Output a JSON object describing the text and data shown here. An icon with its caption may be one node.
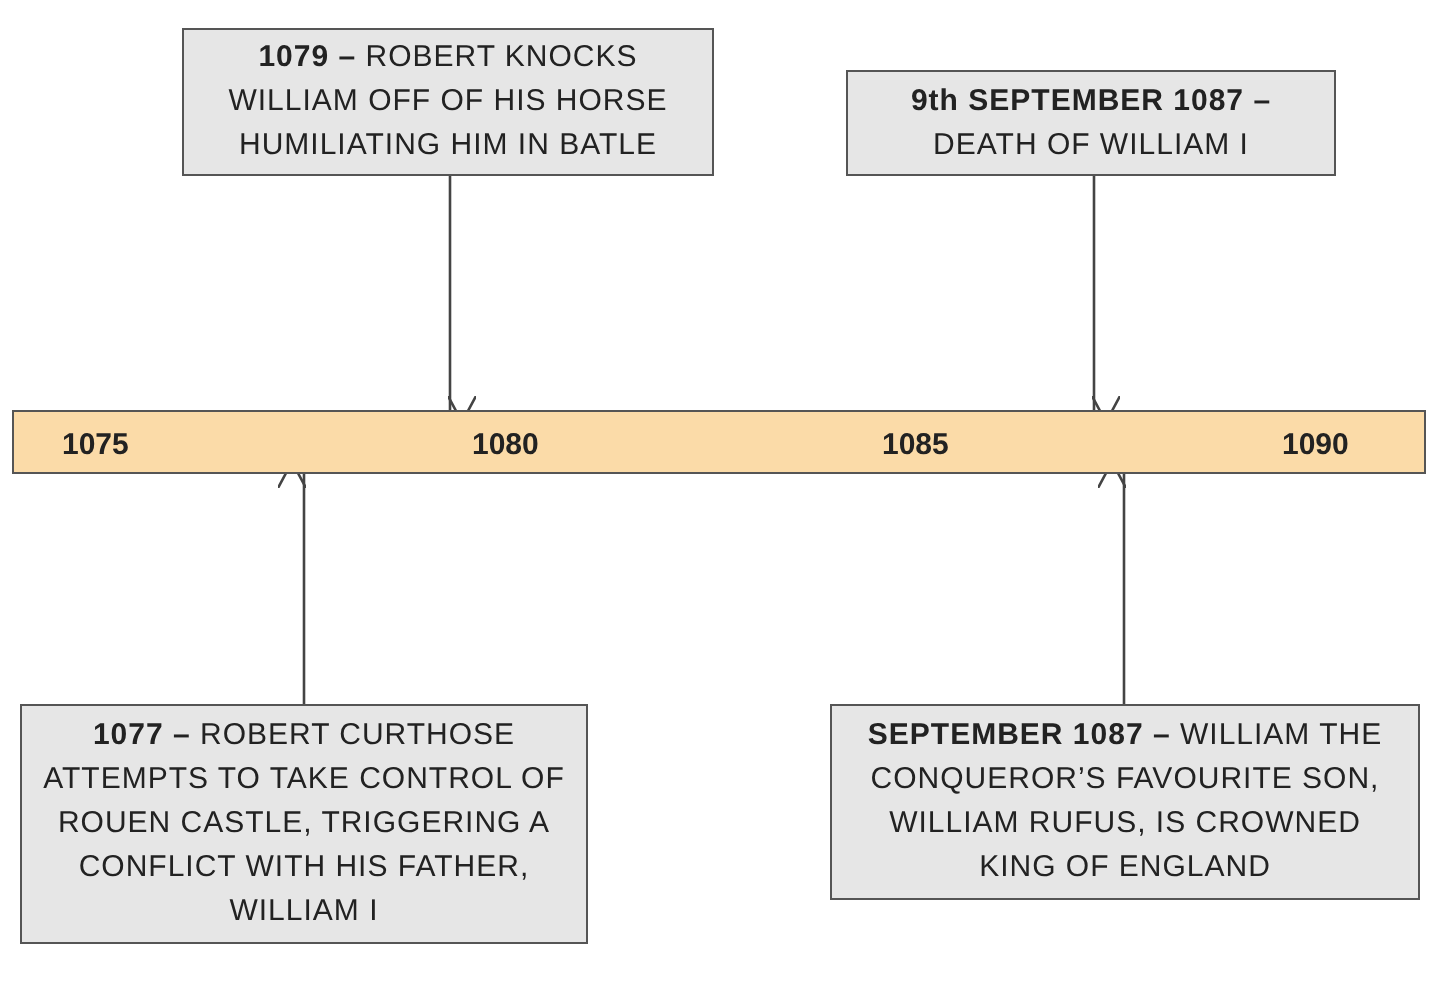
{
  "diagram": {
    "nodes": [
      {
        "text": [
          "**1079 –** ROBERT KNOCKS WILLIAM OFF OF HIS HORSE HUMILIATING HIM IN BATLE"
        ]
      },
      {
        "text": [
          "**9th SEPTEMBER 1087 –** DEATH OF WILLIAM I"
        ]
      },
      {
        "text": [
          "1075",
          "1080",
          "1085",
          "1090"
        ]
      },
      {
        "text": [
          "**1077 –** ROBERT CURTHOSE ATTEMPTS TO TAKE CONTROL OF ROUEN CASTLE, TRIGGERING A CONFLICT WITH HIS FATHER, WILLIAM I"
        ]
      },
      {
        "text": [
          "**SEPTEMBER 1087 –** WILLIAM THE CONQUEROR’S FAVOURITE SON, WILLIAM RUFUS, IS CROWNED KING OF ENGLAND"
        ]
      }
    ],
    "edges": [
      {
        "from": 0,
        "to": 2,
        "arrow": "to"
      },
      {
        "from": 1,
        "to": 2,
        "arrow": "to"
      },
      {
        "from": 3,
        "to": 2,
        "arrow": "to"
      },
      {
        "from": 4,
        "to": 2,
        "arrow": "to"
      }
    ]
  }
}
